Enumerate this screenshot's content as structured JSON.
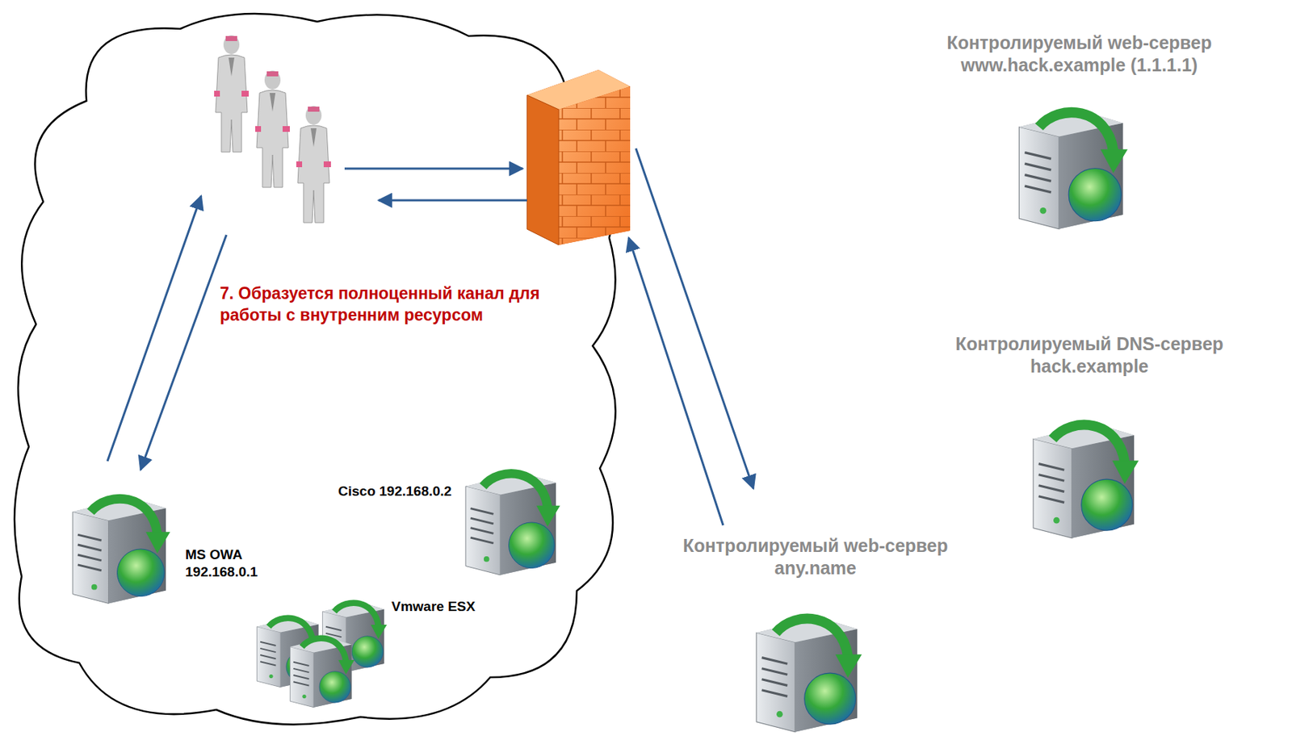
{
  "diagram": {
    "nodes": [
      {
        "text": [
          "Контролируемый web-сервер www.hack.example (1.1.1.1)"
        ]
      },
      {
        "text": [
          "Контролируемый DNS-сервер hack.example"
        ]
      },
      {
        "text": [
          "Cisco 192.168.0.2"
        ]
      },
      {
        "text": [
          "Контролируемый web-сервер any.name"
        ]
      },
      {
        "text": [
          "MS OWA 192.168.0.1"
        ]
      },
      {
        "text": [
          "Vmware ESX"
        ]
      }
    ],
    "labels": [
      "7. Образуется полноценный канал для работы с внутренним ресурсом"
    ]
  }
}
